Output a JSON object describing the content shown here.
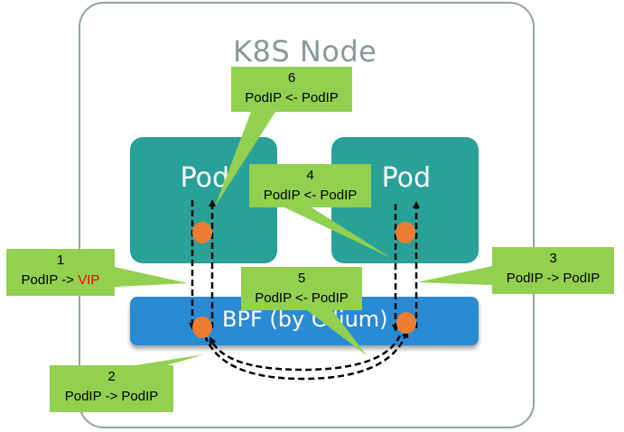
{
  "diagram": {
    "node_title": "K8S Node",
    "pods": [
      {
        "label": "Pod"
      },
      {
        "label": "Pod"
      }
    ],
    "bpf_label": "BPF (by Cilium)",
    "callouts": [
      {
        "step": "1",
        "src": "PodIP",
        "arrow": "->",
        "dst": "VIP",
        "dst_color": "#ff0000"
      },
      {
        "step": "2",
        "text": "PodIP -> PodIP"
      },
      {
        "step": "3",
        "text": "PodIP -> PodIP"
      },
      {
        "step": "4",
        "text": "PodIP <- PodIP"
      },
      {
        "step": "5",
        "text": "PodIP <- PodIP"
      },
      {
        "step": "6",
        "text": "PodIP <- PodIP"
      }
    ],
    "colors": {
      "pod": "#2aa198",
      "bpf": "#2a8ad4",
      "callout": "#92d050",
      "dot": "#ed7d31",
      "node_border": "#94a3a3"
    }
  }
}
